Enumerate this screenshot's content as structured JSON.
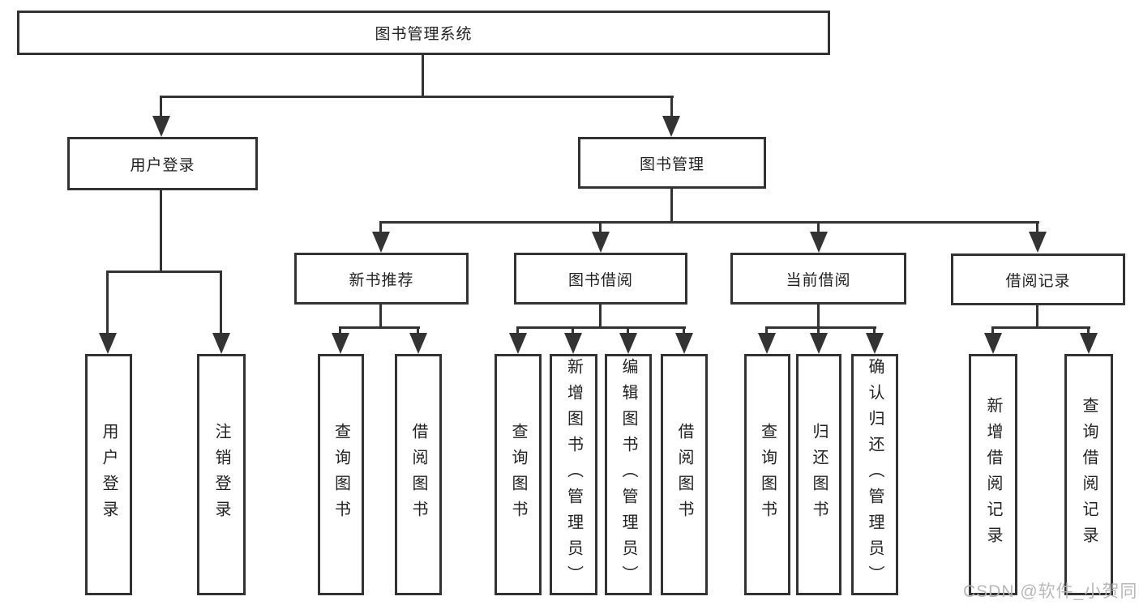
{
  "diagram_title": "图书管理系统",
  "nodes": {
    "root": "图书管理系统",
    "user_login": "用户登录",
    "book_mgmt": "图书管理",
    "new_book_rec": "新书推荐",
    "book_borrow": "图书借阅",
    "current_borrow": "当前借阅",
    "borrow_record": "借阅记录",
    "leaf_user_login": "用户登录",
    "leaf_logout": "注销登录",
    "rec_query": "查询图书",
    "rec_borrow": "借阅图书",
    "bb_query": "查询图书",
    "bb_add": "新增图书（管理员）",
    "bb_edit": "编辑图书（管理员）",
    "bb_borrow": "借阅图书",
    "cb_query": "查询图书",
    "cb_return": "归还图书",
    "cb_confirm": "确认归还（管理员）",
    "br_add": "新增借阅记录",
    "br_query": "查询借阅记录"
  },
  "hierarchy": {
    "图书管理系统": {
      "用户登录": [
        "用户登录",
        "注销登录"
      ],
      "图书管理": {
        "新书推荐": [
          "查询图书",
          "借阅图书"
        ],
        "图书借阅": [
          "查询图书",
          "新增图书（管理员）",
          "编辑图书（管理员）",
          "借阅图书"
        ],
        "当前借阅": [
          "查询图书",
          "归还图书",
          "确认归还（管理员）"
        ],
        "借阅记录": [
          "新增借阅记录",
          "查询借阅记录"
        ]
      }
    }
  },
  "watermark": "CSDN @软件_小贺同学",
  "colors": {
    "line": "#333333",
    "text": "#222222",
    "background": "#ffffff",
    "watermark": "#b5b5b5"
  }
}
